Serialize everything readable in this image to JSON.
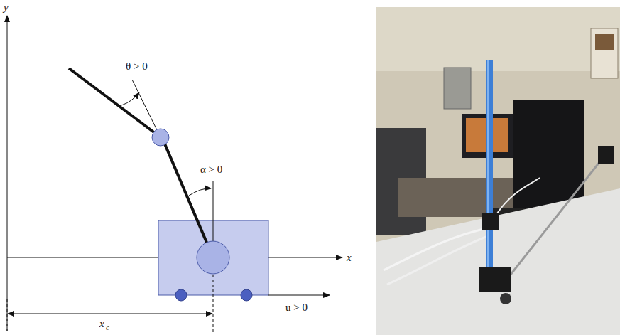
{
  "diagram": {
    "labels": [
      "y",
      "x",
      "θ > 0",
      "α > 0",
      "u > 0",
      "x",
      "c"
    ]
  }
}
